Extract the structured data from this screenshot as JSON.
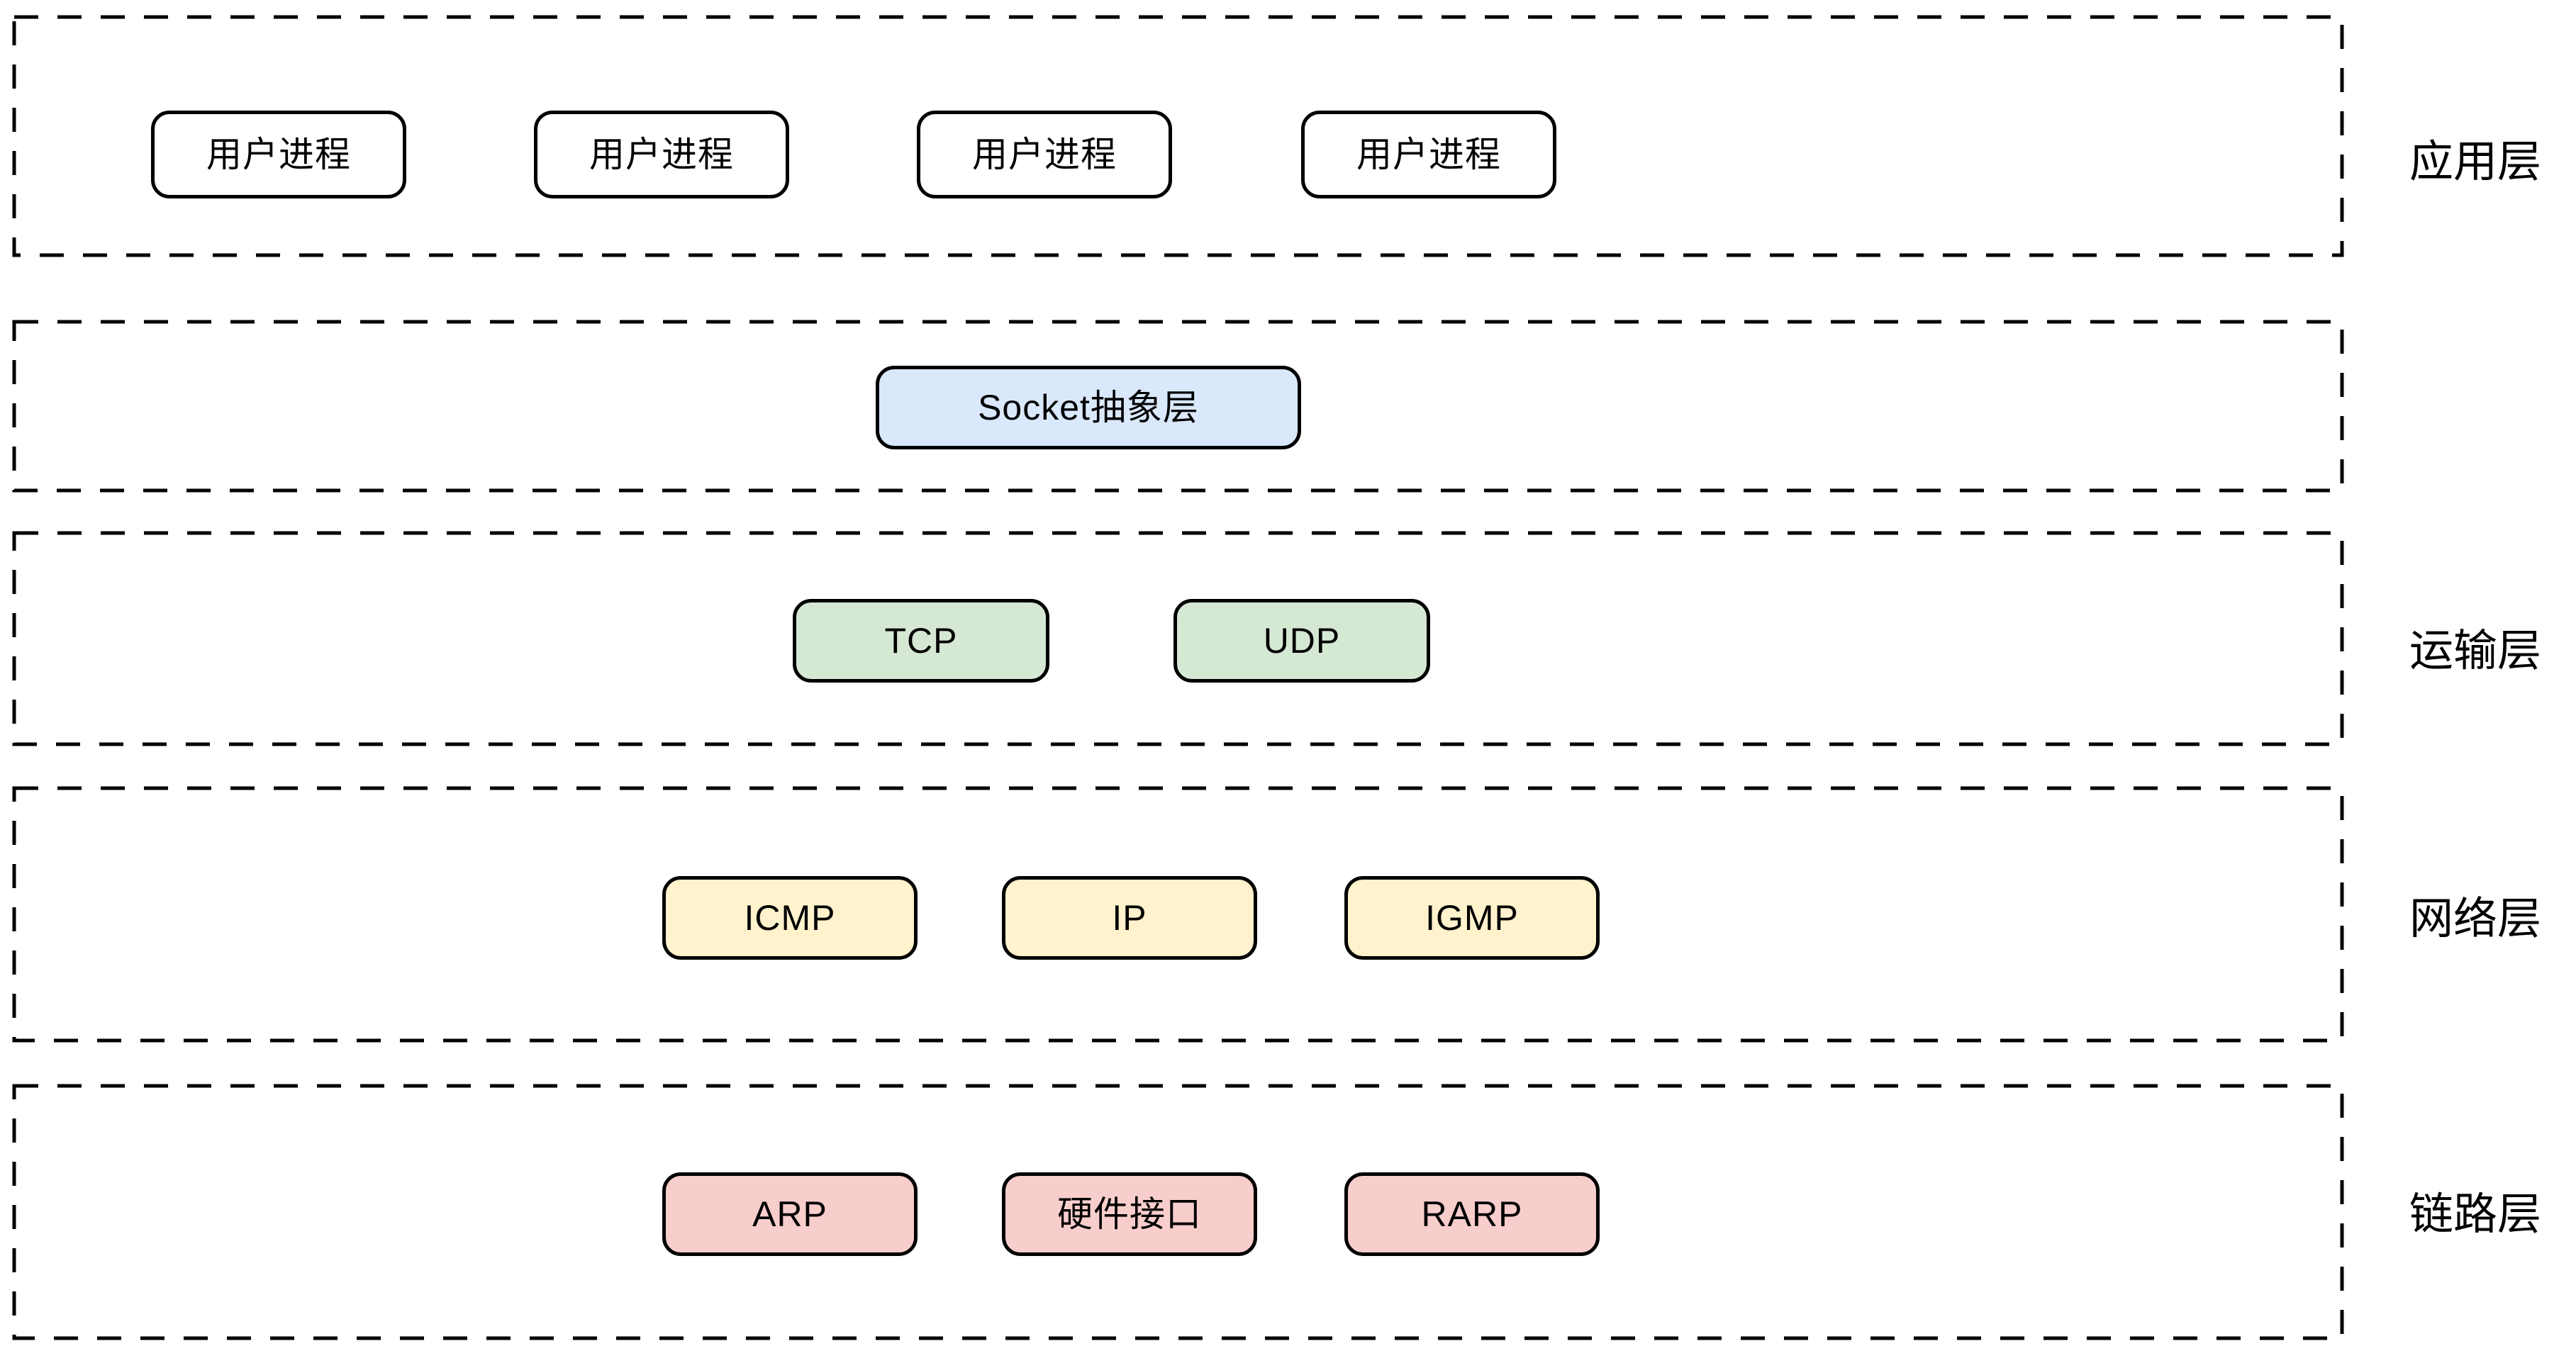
{
  "colors": {
    "white": "#ffffff",
    "blue": "#dae8fc",
    "green": "#d5e8d4",
    "yellow": "#fff2cc",
    "pink": "#f8cecc",
    "stroke": "#000000"
  },
  "layers": [
    {
      "label": "应用层",
      "boxes": [
        {
          "label": "用户进程"
        },
        {
          "label": "用户进程"
        },
        {
          "label": "用户进程"
        },
        {
          "label": "用户进程"
        }
      ]
    },
    {
      "label": "",
      "boxes": [
        {
          "label": "Socket抽象层"
        }
      ]
    },
    {
      "label": "运输层",
      "boxes": [
        {
          "label": "TCP"
        },
        {
          "label": "UDP"
        }
      ]
    },
    {
      "label": "网络层",
      "boxes": [
        {
          "label": "ICMP"
        },
        {
          "label": "IP"
        },
        {
          "label": "IGMP"
        }
      ]
    },
    {
      "label": "链路层",
      "boxes": [
        {
          "label": "ARP"
        },
        {
          "label": "硬件接口"
        },
        {
          "label": "RARP"
        }
      ]
    }
  ]
}
